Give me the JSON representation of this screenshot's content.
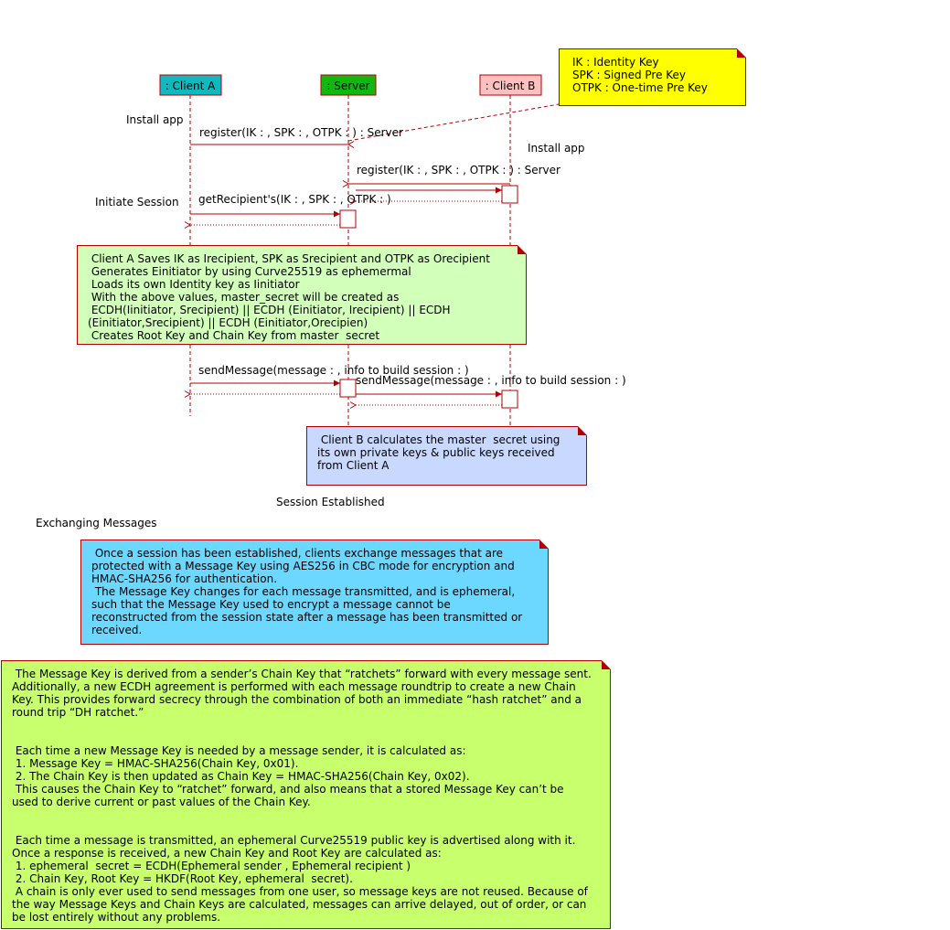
{
  "lifelines": {
    "client_a": ": Client A",
    "server": ": Server",
    "client_b": ": Client B"
  },
  "colors": {
    "client_a_fill": "#10b8c0",
    "server_fill": "#10b810",
    "client_b_fill": "#fcc0c0",
    "line": "#b20000",
    "legend_note": "#ffff00",
    "green_note": "#d2ffba",
    "lavender_note": "#c8d8ff",
    "cyan_note": "#6cd8ff",
    "lime_note": "#c8ff6c"
  },
  "labels": {
    "install_app_a": "Install app",
    "install_app_b": "Install app",
    "initiate_session": "Initiate Session",
    "session_established": "Session Established",
    "exchanging_messages": "Exchanging Messages"
  },
  "messages": {
    "register_a": "register(IK : , SPK : , OTPK : ) : Server",
    "register_b": "register(IK : , SPK : , OTPK : ) : Server",
    "get_recipient": "getRecipient's(IK : , SPK : , OTPK : )",
    "send_a": "sendMessage(message : , info to build session : )",
    "send_b": "sendMessage(message : , info to build session : )"
  },
  "notes": {
    "legend": "IK : Identity Key\nSPK : Signed Pre Key\nOTPK : One-time Pre Key",
    "client_a_saves": " Client A Saves IK as Irecipient, SPK as Srecipient and OTPK as Orecipient\n Generates Einitiator by using Curve25519 as ephemermal\n Loads its own Identity key as Iinitiator\n With the above values, master_secret will be created as\n ECDH(Iinitiator, Srecipient) || ECDH (Einitiator, Irecipient) || ECDH\n(Einitiator,Srecipient) || ECDH (Einitiator,Orecipien)\n Creates Root Key and Chain Key from master  secret",
    "client_b_calc": " Client B calculates the master  secret using\nits own private keys & public keys received\nfrom Client A",
    "session_info": " Once a session has been established, clients exchange messages that are\nprotected with a Message Key using AES256 in CBC mode for encryption and\nHMAC-SHA256 for authentication.\n The Message Key changes for each message transmitted, and is ephemeral,\nsuch that the Message Key used to encrypt a message cannot be\nreconstructed from the session state after a message has been transmitted or\nreceived.",
    "ratchet_info": " The Message Key is derived from a sender’s Chain Key that “ratchets” forward with every message sent.\nAdditionally, a new ECDH agreement is performed with each message roundtrip to create a new Chain\nKey. This provides forward secrecy through the combination of both an immediate “hash ratchet” and a\nround trip “DH ratchet.”\n\n\n Each time a new Message Key is needed by a message sender, it is calculated as:\n 1. Message Key = HMAC-SHA256(Chain Key, 0x01).\n 2. The Chain Key is then updated as Chain Key = HMAC-SHA256(Chain Key, 0x02).\n This causes the Chain Key to “ratchet” forward, and also means that a stored Message Key can’t be\nused to derive current or past values of the Chain Key.\n\n\n Each time a message is transmitted, an ephemeral Curve25519 public key is advertised along with it.\nOnce a response is received, a new Chain Key and Root Key are calculated as:\n 1. ephemeral  secret = ECDH(Ephemeral sender , Ephemeral recipient )\n 2. Chain Key, Root Key = HKDF(Root Key, ephemeral  secret).\n A chain is only ever used to send messages from one user, so message keys are not reused. Because of\nthe way Message Keys and Chain Keys are calculated, messages can arrive delayed, out of order, or can\nbe lost entirely without any problems."
  }
}
